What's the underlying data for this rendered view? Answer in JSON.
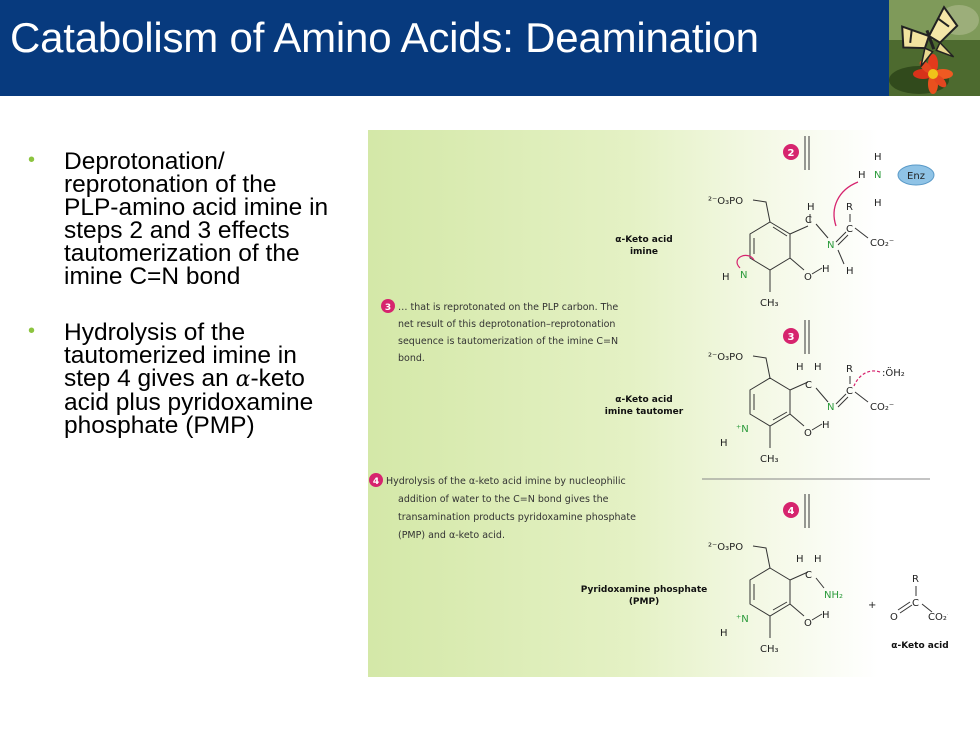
{
  "slide": {
    "title": "Catabolism of Amino Acids: Deamination",
    "bullets": [
      {
        "lines": [
          "Deprotonation/",
          "reprotonation of the",
          "PLP-amino acid imine in",
          "steps 2 and 3 effects",
          "tautomerization of the",
          "imine C=N bond"
        ]
      },
      {
        "lines": [
          "Hydrolysis of the",
          "tautomerized imine in"
        ],
        "line3_pre": "step 4 gives an ",
        "alpha": "α",
        "line3_post": "-keto",
        "tail_lines": [
          "acid plus pyridoxamine",
          "phosphate (PMP)"
        ]
      }
    ]
  },
  "figure": {
    "step_numbers": [
      "2",
      "3",
      "3",
      "4",
      "4"
    ],
    "labels": {
      "keto_acid_imine": [
        "α-Keto acid",
        "imine"
      ],
      "keto_acid_imine_tautomer": [
        "α-Keto acid",
        "imine tautomer"
      ],
      "pmp": [
        "Pyridoxamine phosphate",
        "(PMP)"
      ],
      "keto_acid": "α-Keto acid",
      "enz": "Enz"
    },
    "notes": {
      "step3": [
        "… that is reprotonated on the PLP carbon. The",
        "net result of this deprotonation–reprotonation",
        "sequence is tautomerization of the imine C=N",
        "bond."
      ],
      "step4": [
        "Hydrolysis of the α-keto acid imine by nucleophilic",
        "addition of water to the C=N bond gives the",
        "transamination products pyridoxamine phosphate",
        "(PMP) and α-keto acid."
      ]
    },
    "atoms": {
      "phosphate": "²⁻O₃PO",
      "methyl": "CH₃",
      "water": ":ÖH₂",
      "carboxylate": "CO₂⁻",
      "nh2": "NH₂",
      "h": "H",
      "r": "R",
      "c": "C",
      "n": "N",
      "o": "O",
      "n_plus": "⁺N",
      "plus": "+"
    },
    "colors": {
      "accent_pink": "#d6246e",
      "enz_blue": "#8fc3e6",
      "nitrogen_green": "#2a9a3a",
      "bullet_green": "#8cc43f",
      "title_bar": "#073a7e"
    }
  }
}
